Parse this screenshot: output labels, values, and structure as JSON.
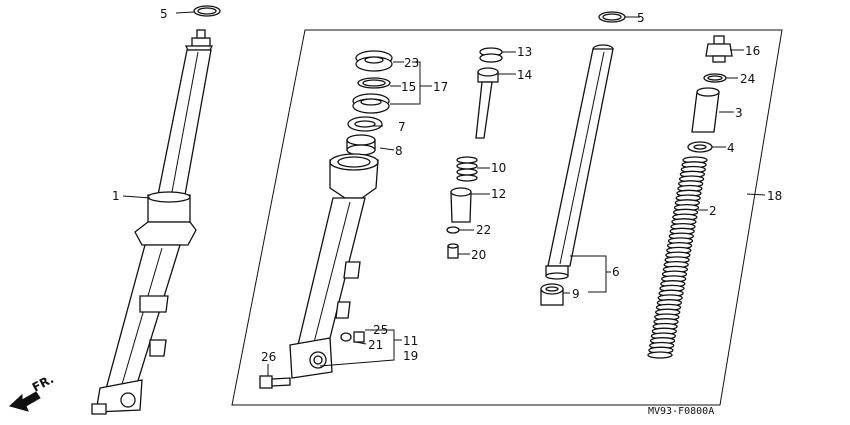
{
  "diagram_code": "MV93-F0800A",
  "front_arrow_label": "FR.",
  "callouts": {
    "c1": "1",
    "c2": "2",
    "c3": "3",
    "c4": "4",
    "c5a": "5",
    "c5b": "5",
    "c6": "6",
    "c7": "7",
    "c8": "8",
    "c9": "9",
    "c10": "10",
    "c11": "11",
    "c12": "12",
    "c13": "13",
    "c14": "14",
    "c15": "15",
    "c16": "16",
    "c17": "17",
    "c18": "18",
    "c19": "19",
    "c20": "20",
    "c21": "21",
    "c22": "22",
    "c23": "23",
    "c24": "24",
    "c25": "25",
    "c26": "26"
  }
}
